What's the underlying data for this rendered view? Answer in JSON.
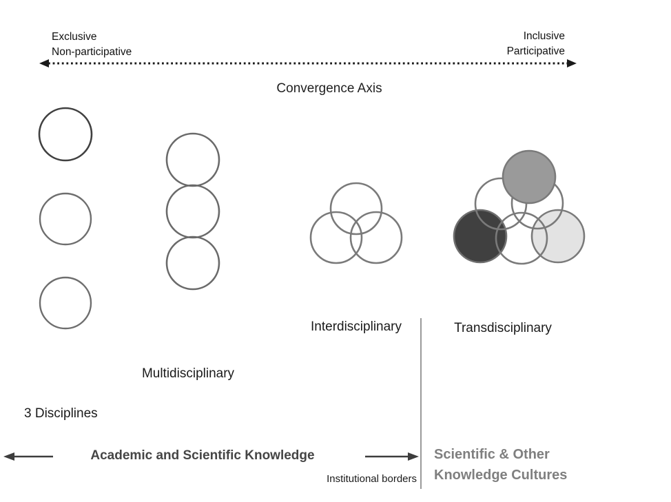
{
  "axis": {
    "title": "Convergence Axis",
    "left_pole": {
      "line1": "Exclusive",
      "line2": "Non-participative"
    },
    "right_pole": {
      "line1": "Inclusive",
      "line2": "Participative"
    }
  },
  "stages": [
    {
      "id": "disciplines",
      "label": "3 Disciplines"
    },
    {
      "id": "multidisciplinary",
      "label": "Multidisciplinary"
    },
    {
      "id": "interdisciplinary",
      "label": "Interdisciplinary"
    },
    {
      "id": "transdisciplinary",
      "label": "Transdisciplinary"
    }
  ],
  "bottom": {
    "left_domain": "Academic and Scientific Knowledge",
    "divider_label": "Institutional borders",
    "right_domain": {
      "line1": "Scientific & Other",
      "line2": "Knowledge Cultures"
    }
  },
  "diagram": {
    "groups": [
      {
        "stage": "3 Disciplines",
        "circle_count": 3,
        "arrangement": "separated vertical column",
        "fill": "none"
      },
      {
        "stage": "Multidisciplinary",
        "circle_count": 3,
        "arrangement": "tangent vertical column",
        "fill": "none"
      },
      {
        "stage": "Interdisciplinary",
        "circle_count": 3,
        "arrangement": "overlapping venn triangle",
        "fill": "none"
      },
      {
        "stage": "Transdisciplinary",
        "circle_count": 6,
        "arrangement": "overlapping flower of filled and unfilled circles",
        "fills": [
          "#9a9a9a",
          "#404040",
          "#e3e3e3",
          "none",
          "none",
          "none"
        ]
      }
    ]
  },
  "colors": {
    "circle_outline": "#7a7a7a",
    "circle_outline_dark": "#404040",
    "filled_top_circle": "#9a9a9a",
    "filled_left_circle": "#404040",
    "filled_right_circle": "#e3e3e3",
    "axis_line": "#1a1a1a",
    "divider_line": "#808080",
    "arrow_line": "#3d3d3d",
    "accent_text_dark": "#454545",
    "accent_text_gray": "#7f7f7f"
  }
}
